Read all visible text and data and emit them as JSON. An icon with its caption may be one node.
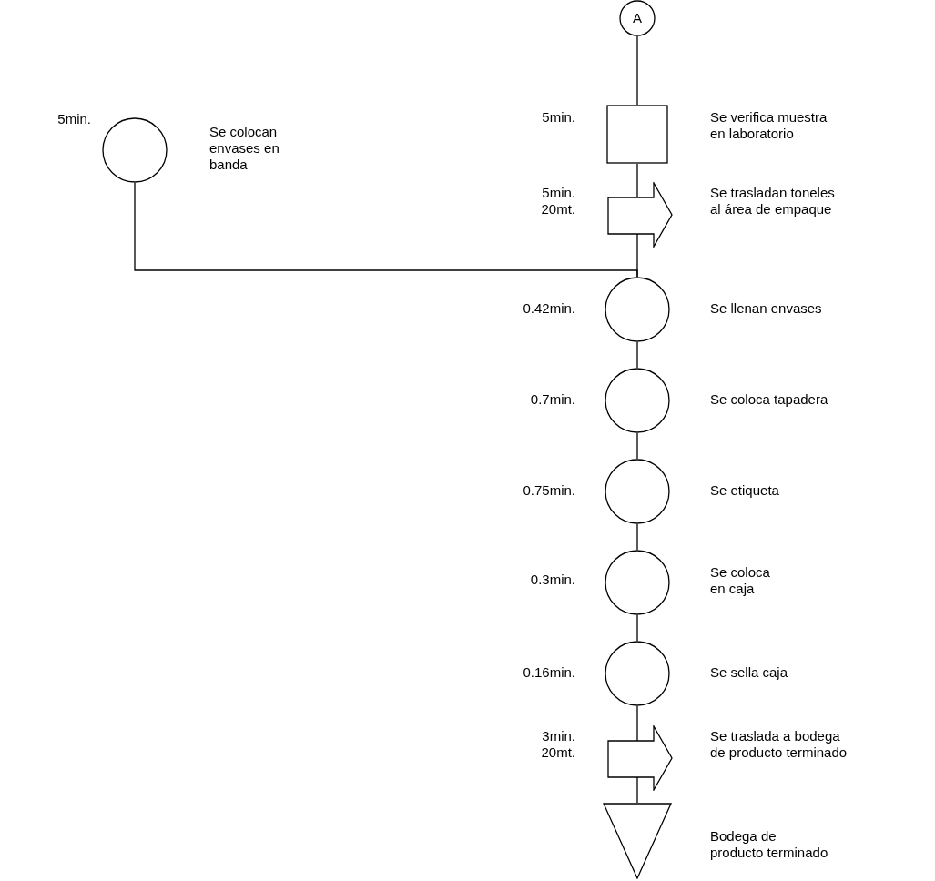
{
  "diagram": {
    "nodes": [
      {
        "text": [
          "A"
        ]
      },
      {
        "text": [],
        "shape": "box",
        "beside": [
          "5min.",
          "Se verifica muestra en laboratorio"
        ]
      },
      {
        "text": [],
        "shape": "arrow",
        "beside": [
          "5min. 20mt.",
          "Se trasladan toneles al área de empaque"
        ]
      },
      {
        "text": [],
        "shape": "circle",
        "beside": [
          "5min.",
          "Se colocan envases en banda"
        ]
      },
      {
        "text": [],
        "shape": "circle",
        "beside": [
          "0.42min.",
          "Se llenan envases"
        ]
      },
      {
        "text": [],
        "shape": "circle",
        "beside": [
          "0.7min.",
          "Se coloca tapadera"
        ]
      },
      {
        "text": [],
        "shape": "circle",
        "beside": [
          "0.75min.",
          "Se etiqueta"
        ]
      },
      {
        "text": [],
        "shape": "circle",
        "beside": [
          "0.3min.",
          "Se coloca en caja"
        ]
      },
      {
        "text": [],
        "shape": "circle",
        "beside": [
          "0.16min.",
          "Se sella caja"
        ]
      },
      {
        "text": [],
        "shape": "arrow",
        "beside": [
          "3min. 20mt.",
          "Se traslada a bodega de producto terminado"
        ]
      },
      {
        "text": [],
        "shape": "triangle",
        "beside": [
          "Bodega de producto terminado"
        ]
      }
    ],
    "edges": [
      {
        "from": 0,
        "to": 1,
        "arrow": "none"
      },
      {
        "from": 1,
        "to": 2,
        "arrow": "none"
      },
      {
        "from": 2,
        "to": 4,
        "arrow": "none"
      },
      {
        "from": 3,
        "to": 4,
        "arrow": "none"
      },
      {
        "from": 4,
        "to": 5,
        "arrow": "none"
      },
      {
        "from": 5,
        "to": 6,
        "arrow": "none"
      },
      {
        "from": 6,
        "to": 7,
        "arrow": "none"
      },
      {
        "from": 7,
        "to": 8,
        "arrow": "none"
      },
      {
        "from": 8,
        "to": 9,
        "arrow": "none"
      },
      {
        "from": 9,
        "to": 10,
        "arrow": "none"
      }
    ]
  }
}
